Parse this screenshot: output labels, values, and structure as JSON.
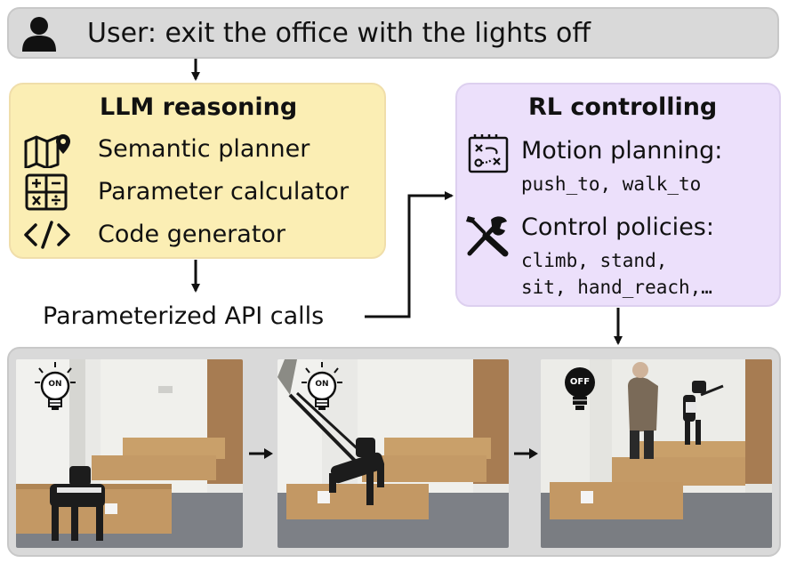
{
  "user_bar": {
    "text": "User: exit the office with the lights off",
    "icon": "user-icon"
  },
  "llm_box": {
    "title": "LLM reasoning",
    "items": [
      {
        "label": "Semantic planner",
        "icon": "map-icon"
      },
      {
        "label": "Parameter calculator",
        "icon": "calculator-icon"
      },
      {
        "label": "Code generator",
        "icon": "code-icon"
      }
    ]
  },
  "api_calls": {
    "label": "Parameterized API calls"
  },
  "rl_box": {
    "title": "RL controlling",
    "motion": {
      "label": "Motion planning:",
      "apis": "push_to, walk_to",
      "icon": "motion-plan-icon"
    },
    "control": {
      "label": "Control policies:",
      "apis_line1": "climb, stand,",
      "apis_line2": "sit, hand_reach,…",
      "icon": "tools-icon"
    }
  },
  "photos": [
    {
      "light_state": "ON"
    },
    {
      "light_state": "ON"
    },
    {
      "light_state": "OFF"
    }
  ],
  "colors": {
    "llm_fill": "#fbeeb4",
    "rl_fill": "#ece0fb",
    "panel_fill": "#d9d9d9"
  }
}
